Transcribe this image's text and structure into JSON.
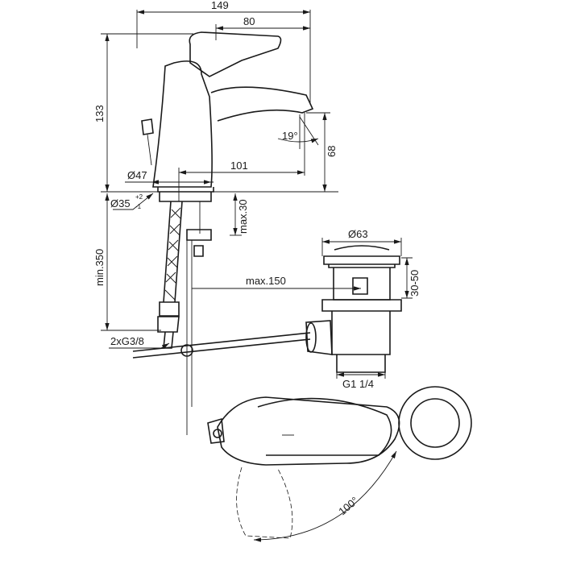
{
  "dimensions": {
    "overall_length": "149",
    "lever_length": "80",
    "height": "133",
    "spout_angle": "19°",
    "spout_height": "68",
    "base_diameter": "Ø47",
    "reach": "101",
    "hole_diameter": "Ø35",
    "hole_tol_plus": "+2",
    "hole_tol_minus": "-1",
    "max_deck": "max.30",
    "min_hose": "min.350",
    "max_rod": "max.150",
    "waste_diameter": "Ø63",
    "waste_range": "30-50",
    "hose_thread": "2xG3/8",
    "waste_thread": "G1 1/4",
    "lever_rotation": "100°"
  }
}
